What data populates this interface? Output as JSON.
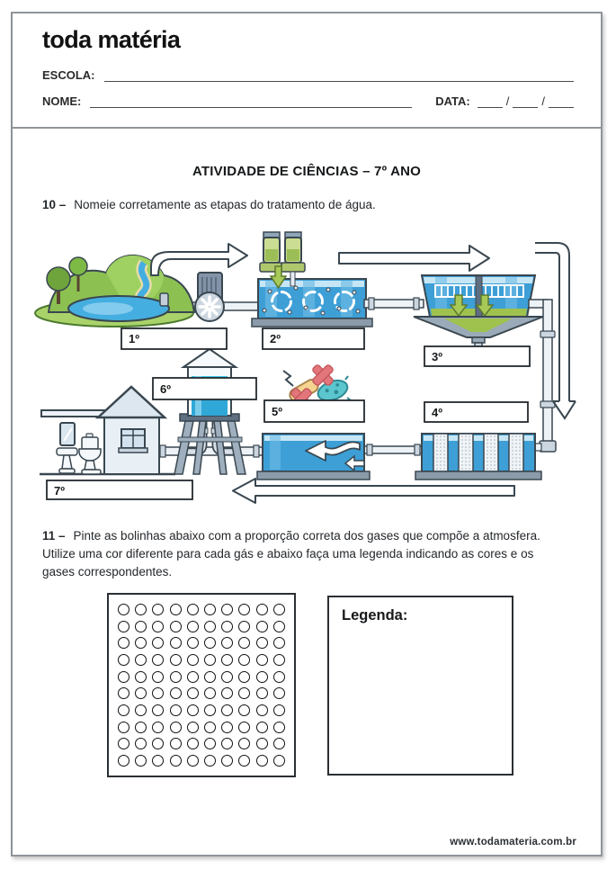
{
  "header": {
    "logo": "toda matéria",
    "school_label": "ESCOLA:",
    "name_label": "NOME:",
    "date_label": "DATA:",
    "date_separator": "/"
  },
  "worksheet": {
    "title": "ATIVIDADE DE CIÊNCIAS – 7º ANO",
    "q10": {
      "number": "10 –",
      "text": "Nomeie corretamente as etapas do tratamento de água."
    },
    "q11": {
      "number": "11 –",
      "text": "Pinte as bolinhas abaixo com a proporção correta dos gases que compõe a atmosfera. Utilize uma cor diferente para cada gás e abaixo faça uma legenda indicando as cores e os gases correspondentes."
    }
  },
  "diagram": {
    "labels": [
      "1º",
      "2º",
      "3º",
      "4º",
      "5º",
      "6º",
      "7º"
    ]
  },
  "gas_grid": {
    "rows": 10,
    "cols": 10
  },
  "legend": {
    "title": "Legenda:"
  },
  "footer": {
    "url": "www.todamateria.com.br"
  },
  "colors": {
    "water_blue": "#3D9FD6",
    "water_cyan": "#3EC9E9",
    "water_pale": "#C6E6F5",
    "leaf_green": "#8CC152",
    "chem_green": "#A8C858",
    "metal_gray": "#8C9BAA",
    "germ_red": "#E2767B",
    "germ_teal": "#5BC6CE",
    "pill_yellow": "#F5D490",
    "outline_ink": "#3A4750"
  }
}
